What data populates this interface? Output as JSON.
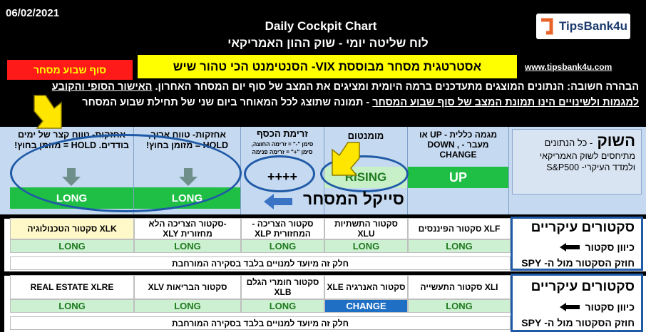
{
  "header": {
    "date": "06/02/2021",
    "title": "Daily Cockpit Chart",
    "subtitle": "לוח שליטה יומי - שוק ההון האמריקאי",
    "logo_text": "TipsBank4u",
    "end_of_week": "סוף שבוע מסחר",
    "strategy": "אסטרטגית מסחר מבוססת VIX- הסנטימנט הכי טהור שיש",
    "url": "www.tipsbank4u.com",
    "notice_line1_a": "הבהרה חשובה: הנתונים המוצגים מתעדכנים ברמה היומית ומציגים את המצב של סוף יום המסחר האחרון.",
    "notice_line1_b": "האישור הסופי והקובע",
    "notice_line2_a": "למגמות ולשינויים הינו תמונת המצב של סוף שבוע המסחר",
    "notice_line2_b": "- תמונה שתוצג  לכל המאוחר ביום שני של תחילת שבוע המסחר"
  },
  "cockpit": {
    "market_title": "השוק",
    "market_title_suffix": "- כל הנתונים",
    "market_desc": "מתיחסים לשוק האמריקאי ולמדד העיקרי- S&P500",
    "columns": [
      {
        "head": "מגמה כללית - UP או מעבר DOWN , - CHANGE",
        "value": "UP",
        "style": "green"
      },
      {
        "head": "מומנטום",
        "value": "RISING",
        "style": "lightgreen"
      },
      {
        "head": "זרימת הכסף",
        "note1": "סימן \"-\" = זרימה החוצה,",
        "note2": "סימן \"+\" = זרימה פנימה",
        "value": "++++",
        "style": "plain"
      },
      {
        "head": "אחזקות- טווח ארוך, HOLD = מזומן בחוץ!",
        "value": "LONG",
        "style": "green"
      },
      {
        "head": "אחזקות- טווח קצר של ימים בודדים. HOLD = מזומן בחוץ!",
        "value": "LONG",
        "style": "green"
      }
    ],
    "cycle_label": "סייקל המסחר"
  },
  "sectors1": {
    "label": "סקטורים עיקריים",
    "direction_label": "כיוון סקטור",
    "strength_label": "חוזק הסקטור מול ה- SPY",
    "note": "חלק זה מיועד למנויים בלבד בסקירה המורחבת",
    "items": [
      {
        "name": "XLF סקטור הפיננסים",
        "dir": "LONG"
      },
      {
        "name": "סקטור התשתיות XLU",
        "dir": "LONG"
      },
      {
        "name": "סקטור הצריכה - המחזורית XLP",
        "dir": "LONG"
      },
      {
        "name": "-סקטור הצריכה הלא מחזורית XLY",
        "dir": "LONG"
      },
      {
        "name": "XLK סקטור הטכנולוגיה",
        "dir": "LONG"
      }
    ]
  },
  "sectors2": {
    "label": "סקטורים עיקריים",
    "direction_label": "כיוון סקטור",
    "strength_label": "חוזק הסקטור מול ה- SPY",
    "note": "חלק זה מיועד למנויים בלבד בסקירה המורחבת",
    "items": [
      {
        "name": "XLI סקטור התעשייה",
        "dir": "LONG"
      },
      {
        "name": "סקטור האנרגיה XLE",
        "dir": "CHANGE"
      },
      {
        "name": "סקטור חומרי הגלם XLB",
        "dir": "LONG"
      },
      {
        "name": "סקטור הבריאות XLV",
        "dir": "LONG"
      },
      {
        "name": "REAL ESTATE XLRE",
        "dir": "LONG"
      }
    ]
  },
  "colors": {
    "header_bg": "#000000",
    "panel_bg": "#c5d9f1",
    "green": "#1fbf45",
    "light_green": "#c8f0c8",
    "accent_blue": "#1f5aa6",
    "yellow": "#ffff00",
    "red": "#ff1a1a"
  },
  "icons": {
    "arrow_down": "down-arrow-icon",
    "arrow_left": "left-arrow-icon",
    "pointer_arrow": "yellow-pointer-arrow-icon"
  }
}
